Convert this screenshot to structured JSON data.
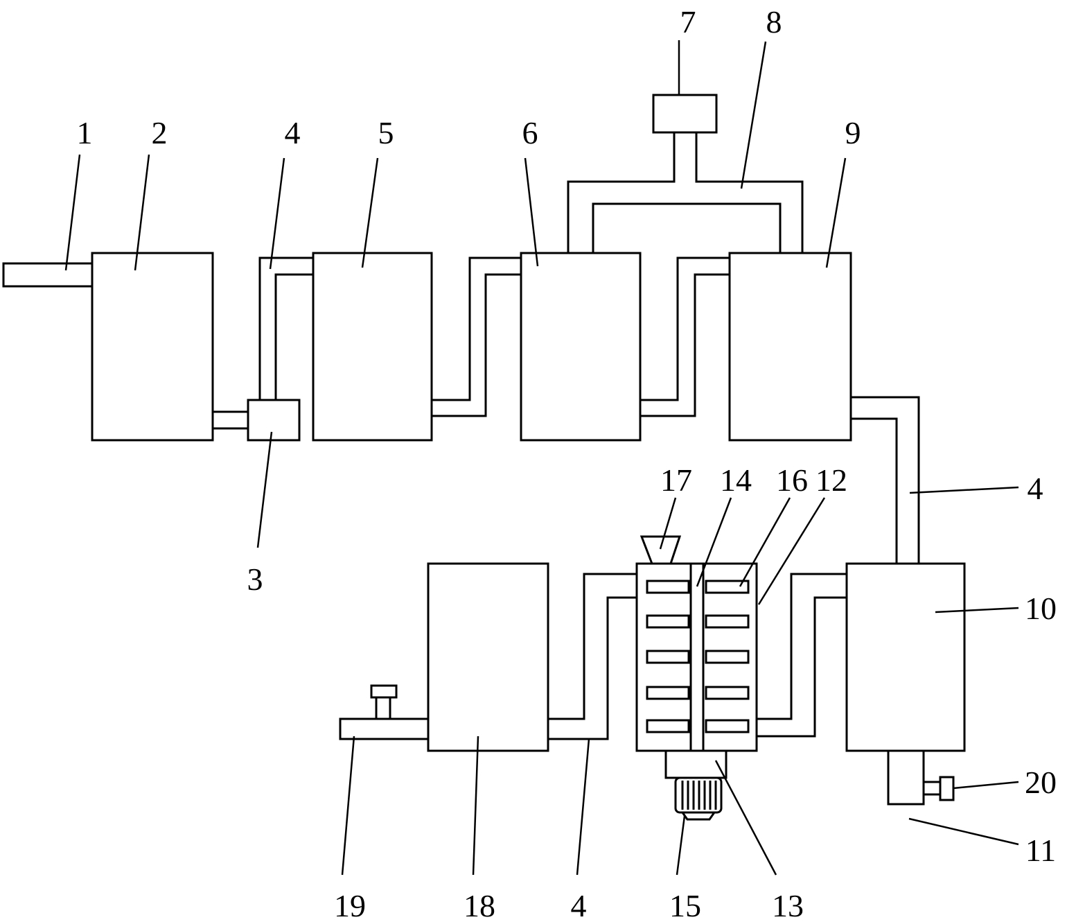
{
  "labels": {
    "l1": "1",
    "l2": "2",
    "l3": "3",
    "l4a": "4",
    "l4b": "4",
    "l4c": "4",
    "l5": "5",
    "l6": "6",
    "l7": "7",
    "l8": "8",
    "l9": "9",
    "l10": "10",
    "l11": "11",
    "l12": "12",
    "l13": "13",
    "l14": "14",
    "l15": "15",
    "l16": "16",
    "l17": "17",
    "l18": "18",
    "l19": "19",
    "l20": "20"
  }
}
